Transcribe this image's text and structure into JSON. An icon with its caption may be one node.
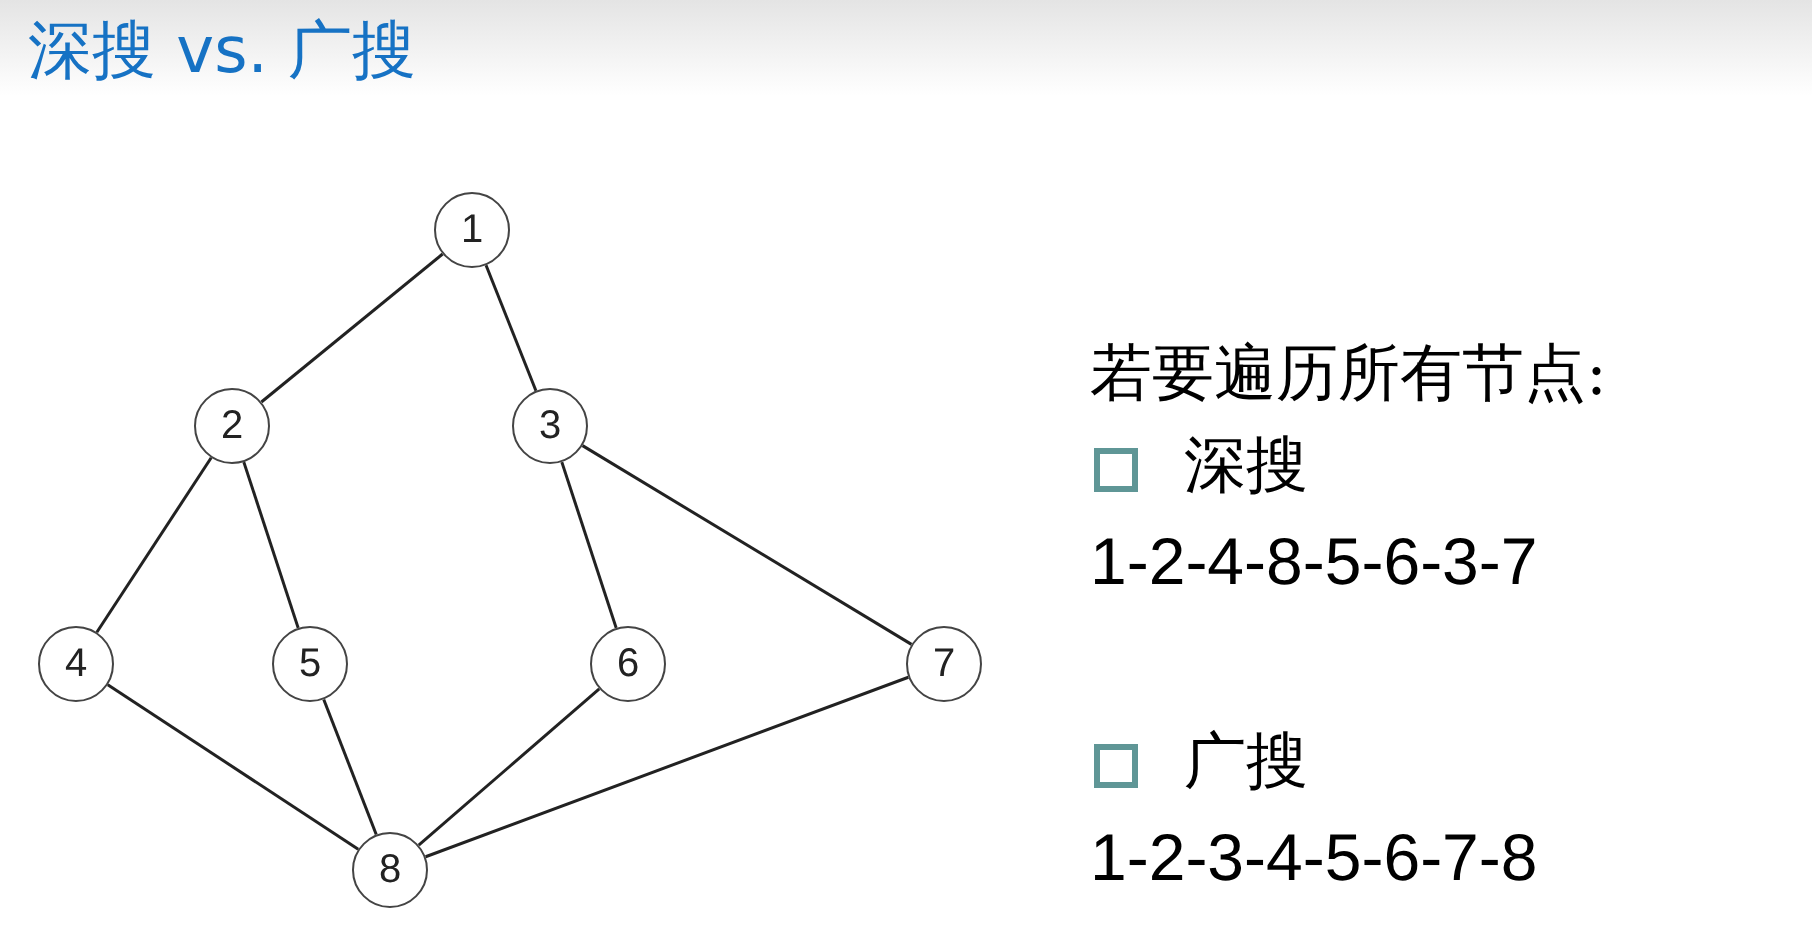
{
  "diagram": {
    "title": "深搜 vs. 广搜",
    "nodes": [
      {
        "text": [
          "1"
        ]
      },
      {
        "text": [
          "2"
        ]
      },
      {
        "text": [
          "3"
        ]
      },
      {
        "text": [
          "4"
        ]
      },
      {
        "text": [
          "5"
        ]
      },
      {
        "text": [
          "6"
        ]
      },
      {
        "text": [
          "7"
        ]
      },
      {
        "text": [
          "8"
        ]
      }
    ],
    "edges": [
      {
        "from": 0,
        "to": 1,
        "arrow": "none"
      },
      {
        "from": 0,
        "to": 2,
        "arrow": "none"
      },
      {
        "from": 1,
        "to": 3,
        "arrow": "none"
      },
      {
        "from": 1,
        "to": 4,
        "arrow": "none"
      },
      {
        "from": 2,
        "to": 5,
        "arrow": "none"
      },
      {
        "from": 2,
        "to": 6,
        "arrow": "none"
      },
      {
        "from": 3,
        "to": 7,
        "arrow": "none"
      },
      {
        "from": 4,
        "to": 7,
        "arrow": "none"
      },
      {
        "from": 5,
        "to": 7,
        "arrow": "none"
      },
      {
        "from": 6,
        "to": 7,
        "arrow": "none"
      }
    ],
    "labels": [
      "若要遍历所有节点:",
      "深搜",
      "1-2-4-8-5-6-3-7",
      "广搜",
      "1-2-3-4-5-6-7-8"
    ]
  }
}
